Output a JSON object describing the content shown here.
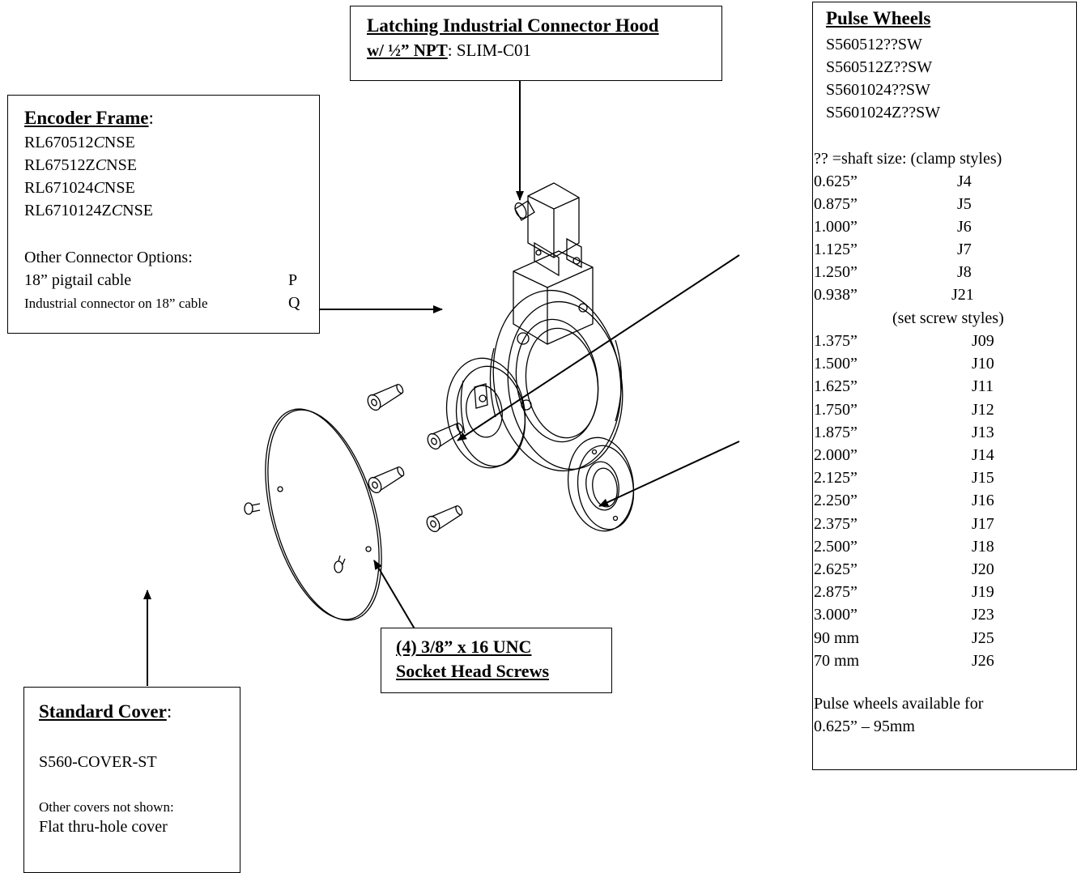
{
  "hood_box": {
    "title_line1": "Latching Industrial Connector Hood",
    "title_line2": "w/ ½” NPT",
    "part_sep": ": ",
    "part": "SLIM-C01"
  },
  "encoder_box": {
    "title": "Encoder Frame",
    "title_colon": ":",
    "models": [
      {
        "a": "RL670512",
        "b": "C",
        "c": "NSE"
      },
      {
        "a": "RL67512Z",
        "b": "C",
        "c": "NSE"
      },
      {
        "a": "RL671024",
        "b": "C",
        "c": "NSE"
      },
      {
        "a": "RL6710124Z",
        "b": "C",
        "c": "NSE"
      }
    ],
    "options_title": "Other Connector Options:",
    "options": [
      {
        "label": "18” pigtail cable",
        "code": "P"
      },
      {
        "label": "Industrial connector on 18” cable",
        "code": "Q"
      }
    ]
  },
  "screws_box": {
    "line1": "(4) 3/8” x 16 UNC",
    "line2": "Socket Head Screws"
  },
  "cover_box": {
    "title": "Standard Cover",
    "title_colon": ":",
    "part": "S560-COVER-ST",
    "note": "Other covers not shown:",
    "other": "Flat thru-hole cover"
  },
  "pulse_box": {
    "title": "Pulse Wheels",
    "models": [
      "S560512??SW",
      "S560512Z??SW",
      "S5601024??SW",
      "S5601024Z??SW"
    ],
    "size_header": "?? =shaft size: (clamp styles)",
    "clamp": [
      {
        "size": "0.625”",
        "code": "J4"
      },
      {
        "size": "0.875”",
        "code": "J5"
      },
      {
        "size": "1.000”",
        "code": "J6"
      },
      {
        "size": "1.125”",
        "code": "J7"
      },
      {
        "size": "1.250”",
        "code": "J8"
      },
      {
        "size": "0.938”",
        "code": "J21"
      }
    ],
    "setscrew_header": "(set screw styles)",
    "setscrew": [
      {
        "size": "1.375”",
        "code": "J09"
      },
      {
        "size": "1.500”",
        "code": "J10"
      },
      {
        "size": "1.625”",
        "code": "J11"
      },
      {
        "size": "1.750”",
        "code": "J12"
      },
      {
        "size": "1.875”",
        "code": "J13"
      },
      {
        "size": "2.000”",
        "code": "J14"
      },
      {
        "size": "2.125”",
        "code": "J15"
      },
      {
        "size": "2.250”",
        "code": "J16"
      },
      {
        "size": "2.375”",
        "code": "J17"
      },
      {
        "size": "2.500”",
        "code": "J18"
      },
      {
        "size": "2.625”",
        "code": "J20"
      },
      {
        "size": "2.875”",
        "code": "J19"
      },
      {
        "size": "3.000”",
        "code": "J23"
      },
      {
        "size": "90 mm",
        "code": "J25"
      },
      {
        "size": "70 mm",
        "code": "J26"
      }
    ],
    "avail_line1": "Pulse wheels available for",
    "avail_line2": "0.625” – 95mm"
  }
}
